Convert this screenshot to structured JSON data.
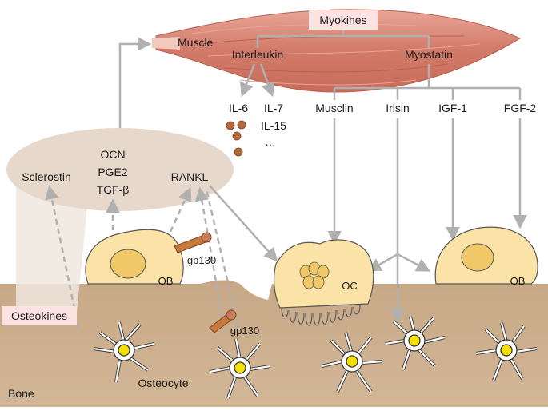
{
  "labels": {
    "myokines": "Myokines",
    "muscle": "Muscle",
    "interleukin": "Interleukin",
    "myostatin": "Myostatin",
    "il6": "IL-6",
    "il7": "IL-7",
    "il15": "IL-15",
    "ellipsis": "…",
    "musclin": "Musclin",
    "irisin": "Irisin",
    "igf1": "IGF-1",
    "fgf2": "FGF-2",
    "sclerostin": "Sclerostin",
    "ocn": "OCN",
    "pge2": "PGE2",
    "tgfb": "TGF-β",
    "rankl": "RANKL",
    "gp130_top": "gp130",
    "gp130_bottom": "gp130",
    "ob_left": "OB",
    "ob_right": "OB",
    "oc": "OC",
    "osteokines": "Osteokines",
    "osteocyte": "Osteocyte",
    "bone": "Bone"
  },
  "colors": {
    "bone": "#c9ab8c",
    "cell_fill": "#fbe3a8",
    "cell_stroke": "#555555",
    "nucleus": "#f0c868",
    "arrow": "#b0b0b0",
    "muscle": "#d98878",
    "label_box": "#fde2e2",
    "osteokine_bubble": "#e8ddd0",
    "osteocyte_core": "#f5e100",
    "cytokine_dot": "#b4683c"
  }
}
